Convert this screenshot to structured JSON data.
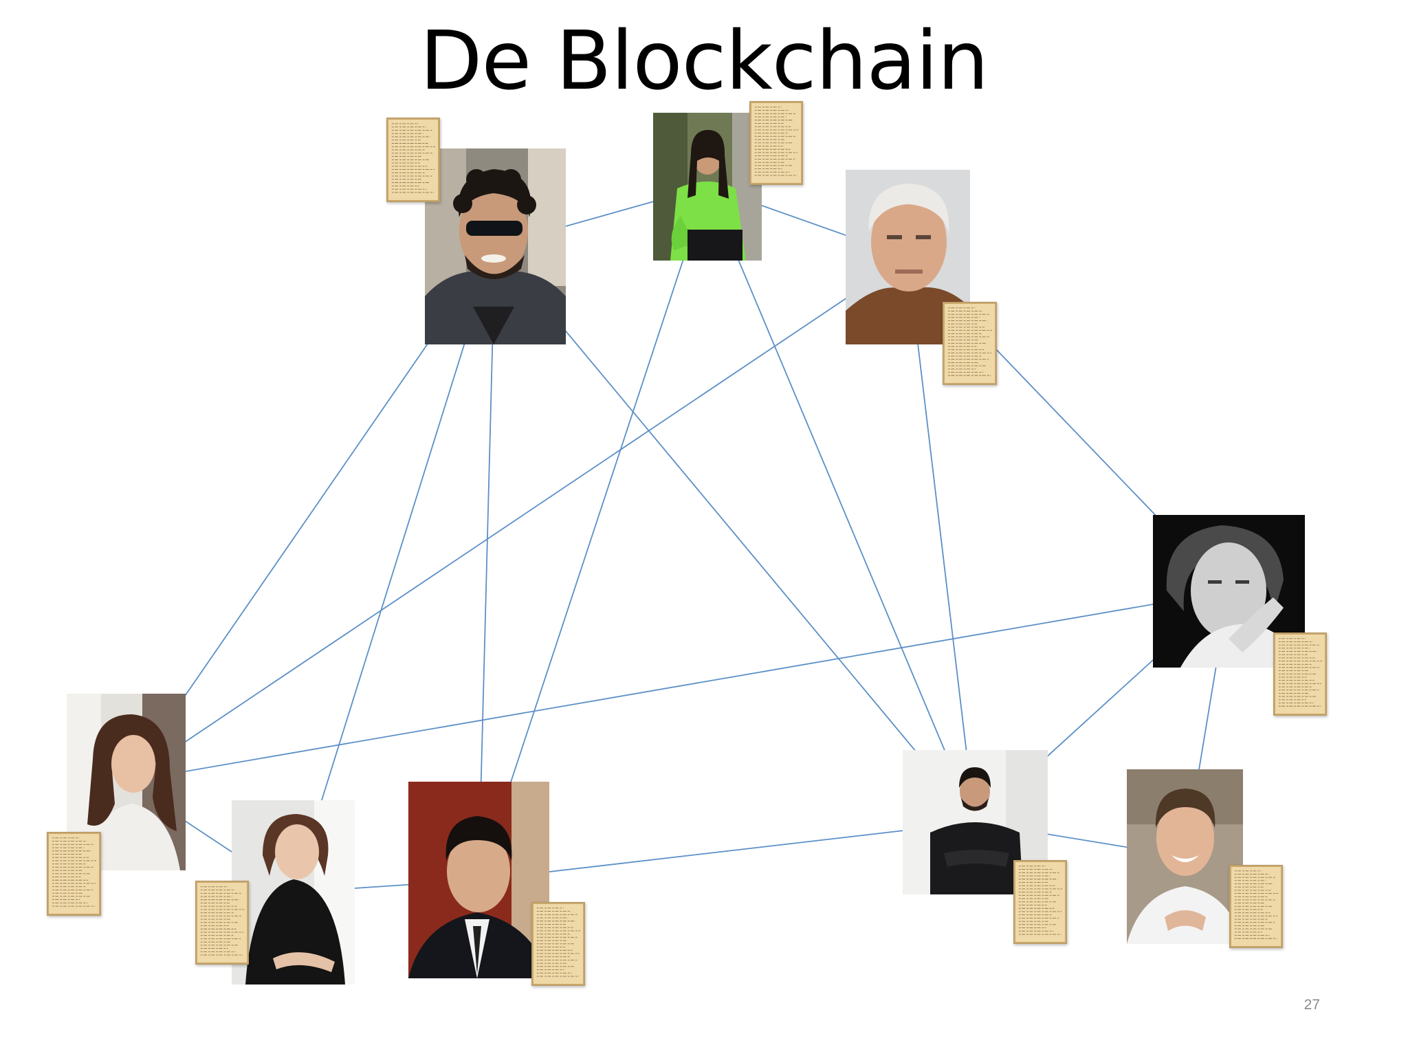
{
  "slide": {
    "title": "De Blockchain",
    "page_number": "27"
  },
  "colors": {
    "edge": "#5b8fc7",
    "background": "#ffffff",
    "ledger_paper": "#f0d9a8",
    "ledger_ink": "#6b5230"
  },
  "network": {
    "nodes": [
      {
        "id": "curly-sunglasses-man",
        "photo_style": "color",
        "has_ledger": true
      },
      {
        "id": "green-shirt-woman",
        "photo_style": "color",
        "has_ledger": true
      },
      {
        "id": "grey-haired-man",
        "photo_style": "color",
        "has_ledger": true
      },
      {
        "id": "bw-woman-hand-chin",
        "photo_style": "black-and-white",
        "has_ledger": true
      },
      {
        "id": "long-hair-woman",
        "photo_style": "color",
        "has_ledger": true
      },
      {
        "id": "black-dress-woman",
        "photo_style": "color",
        "has_ledger": true
      },
      {
        "id": "suit-man",
        "photo_style": "color",
        "has_ledger": true
      },
      {
        "id": "black-sweater-man",
        "photo_style": "color",
        "has_ledger": true
      },
      {
        "id": "smiling-man",
        "photo_style": "color",
        "has_ledger": true
      }
    ],
    "edges": [
      [
        "curly-sunglasses-man",
        "green-shirt-woman"
      ],
      [
        "green-shirt-woman",
        "grey-haired-man"
      ],
      [
        "curly-sunglasses-man",
        "long-hair-woman"
      ],
      [
        "curly-sunglasses-man",
        "black-dress-woman"
      ],
      [
        "curly-sunglasses-man",
        "suit-man"
      ],
      [
        "curly-sunglasses-man",
        "black-sweater-man"
      ],
      [
        "green-shirt-woman",
        "suit-man"
      ],
      [
        "green-shirt-woman",
        "black-sweater-man"
      ],
      [
        "grey-haired-man",
        "long-hair-woman"
      ],
      [
        "grey-haired-man",
        "black-sweater-man"
      ],
      [
        "grey-haired-man",
        "bw-woman-hand-chin"
      ],
      [
        "bw-woman-hand-chin",
        "long-hair-woman"
      ],
      [
        "bw-woman-hand-chin",
        "black-sweater-man"
      ],
      [
        "bw-woman-hand-chin",
        "smiling-man"
      ],
      [
        "long-hair-woman",
        "black-dress-woman"
      ],
      [
        "black-dress-woman",
        "suit-man"
      ],
      [
        "suit-man",
        "black-sweater-man"
      ],
      [
        "black-sweater-man",
        "smiling-man"
      ]
    ]
  }
}
